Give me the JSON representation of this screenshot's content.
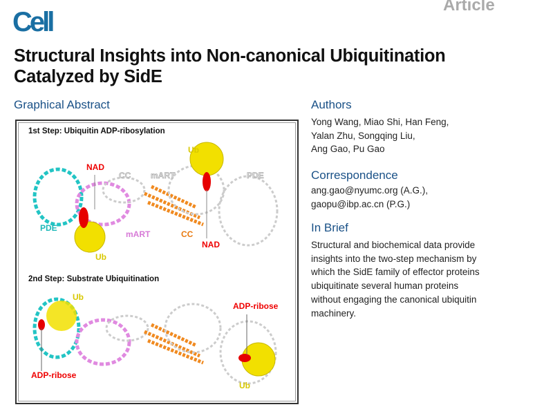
{
  "journal": "Cell",
  "article_type": "Article",
  "title": "Structural Insights into Non-canonical Ubiquitination Catalyzed by SidE",
  "graphical_abstract": {
    "heading": "Graphical Abstract",
    "step1": "1st Step: Ubiquitin ADP-ribosylation",
    "step2": "2nd Step: Substrate Ubiquitination",
    "labels": {
      "nad": "NAD",
      "cc": "CC",
      "mart": "mART",
      "ub": "Ub",
      "pde": "PDE",
      "adp_ribose": "ADP-ribose"
    }
  },
  "authors": {
    "heading": "Authors",
    "lines": [
      "Yong Wang, Miao Shi, Han Feng,",
      "Yalan Zhu, Songqing Liu,",
      "Ang Gao, Pu Gao"
    ]
  },
  "correspondence": {
    "heading": "Correspondence",
    "lines": [
      "ang.gao@nyumc.org (A.G.),",
      "gaopu@ibp.ac.cn (P.G.)"
    ]
  },
  "in_brief": {
    "heading": "In Brief",
    "lines": [
      "Structural and biochemical data provide",
      "insights into the two-step mechanism by",
      "which the SidE family of effector proteins",
      "ubiquitinate several human proteins",
      "without engaging the canonical ubiquitin",
      "machinery."
    ]
  }
}
